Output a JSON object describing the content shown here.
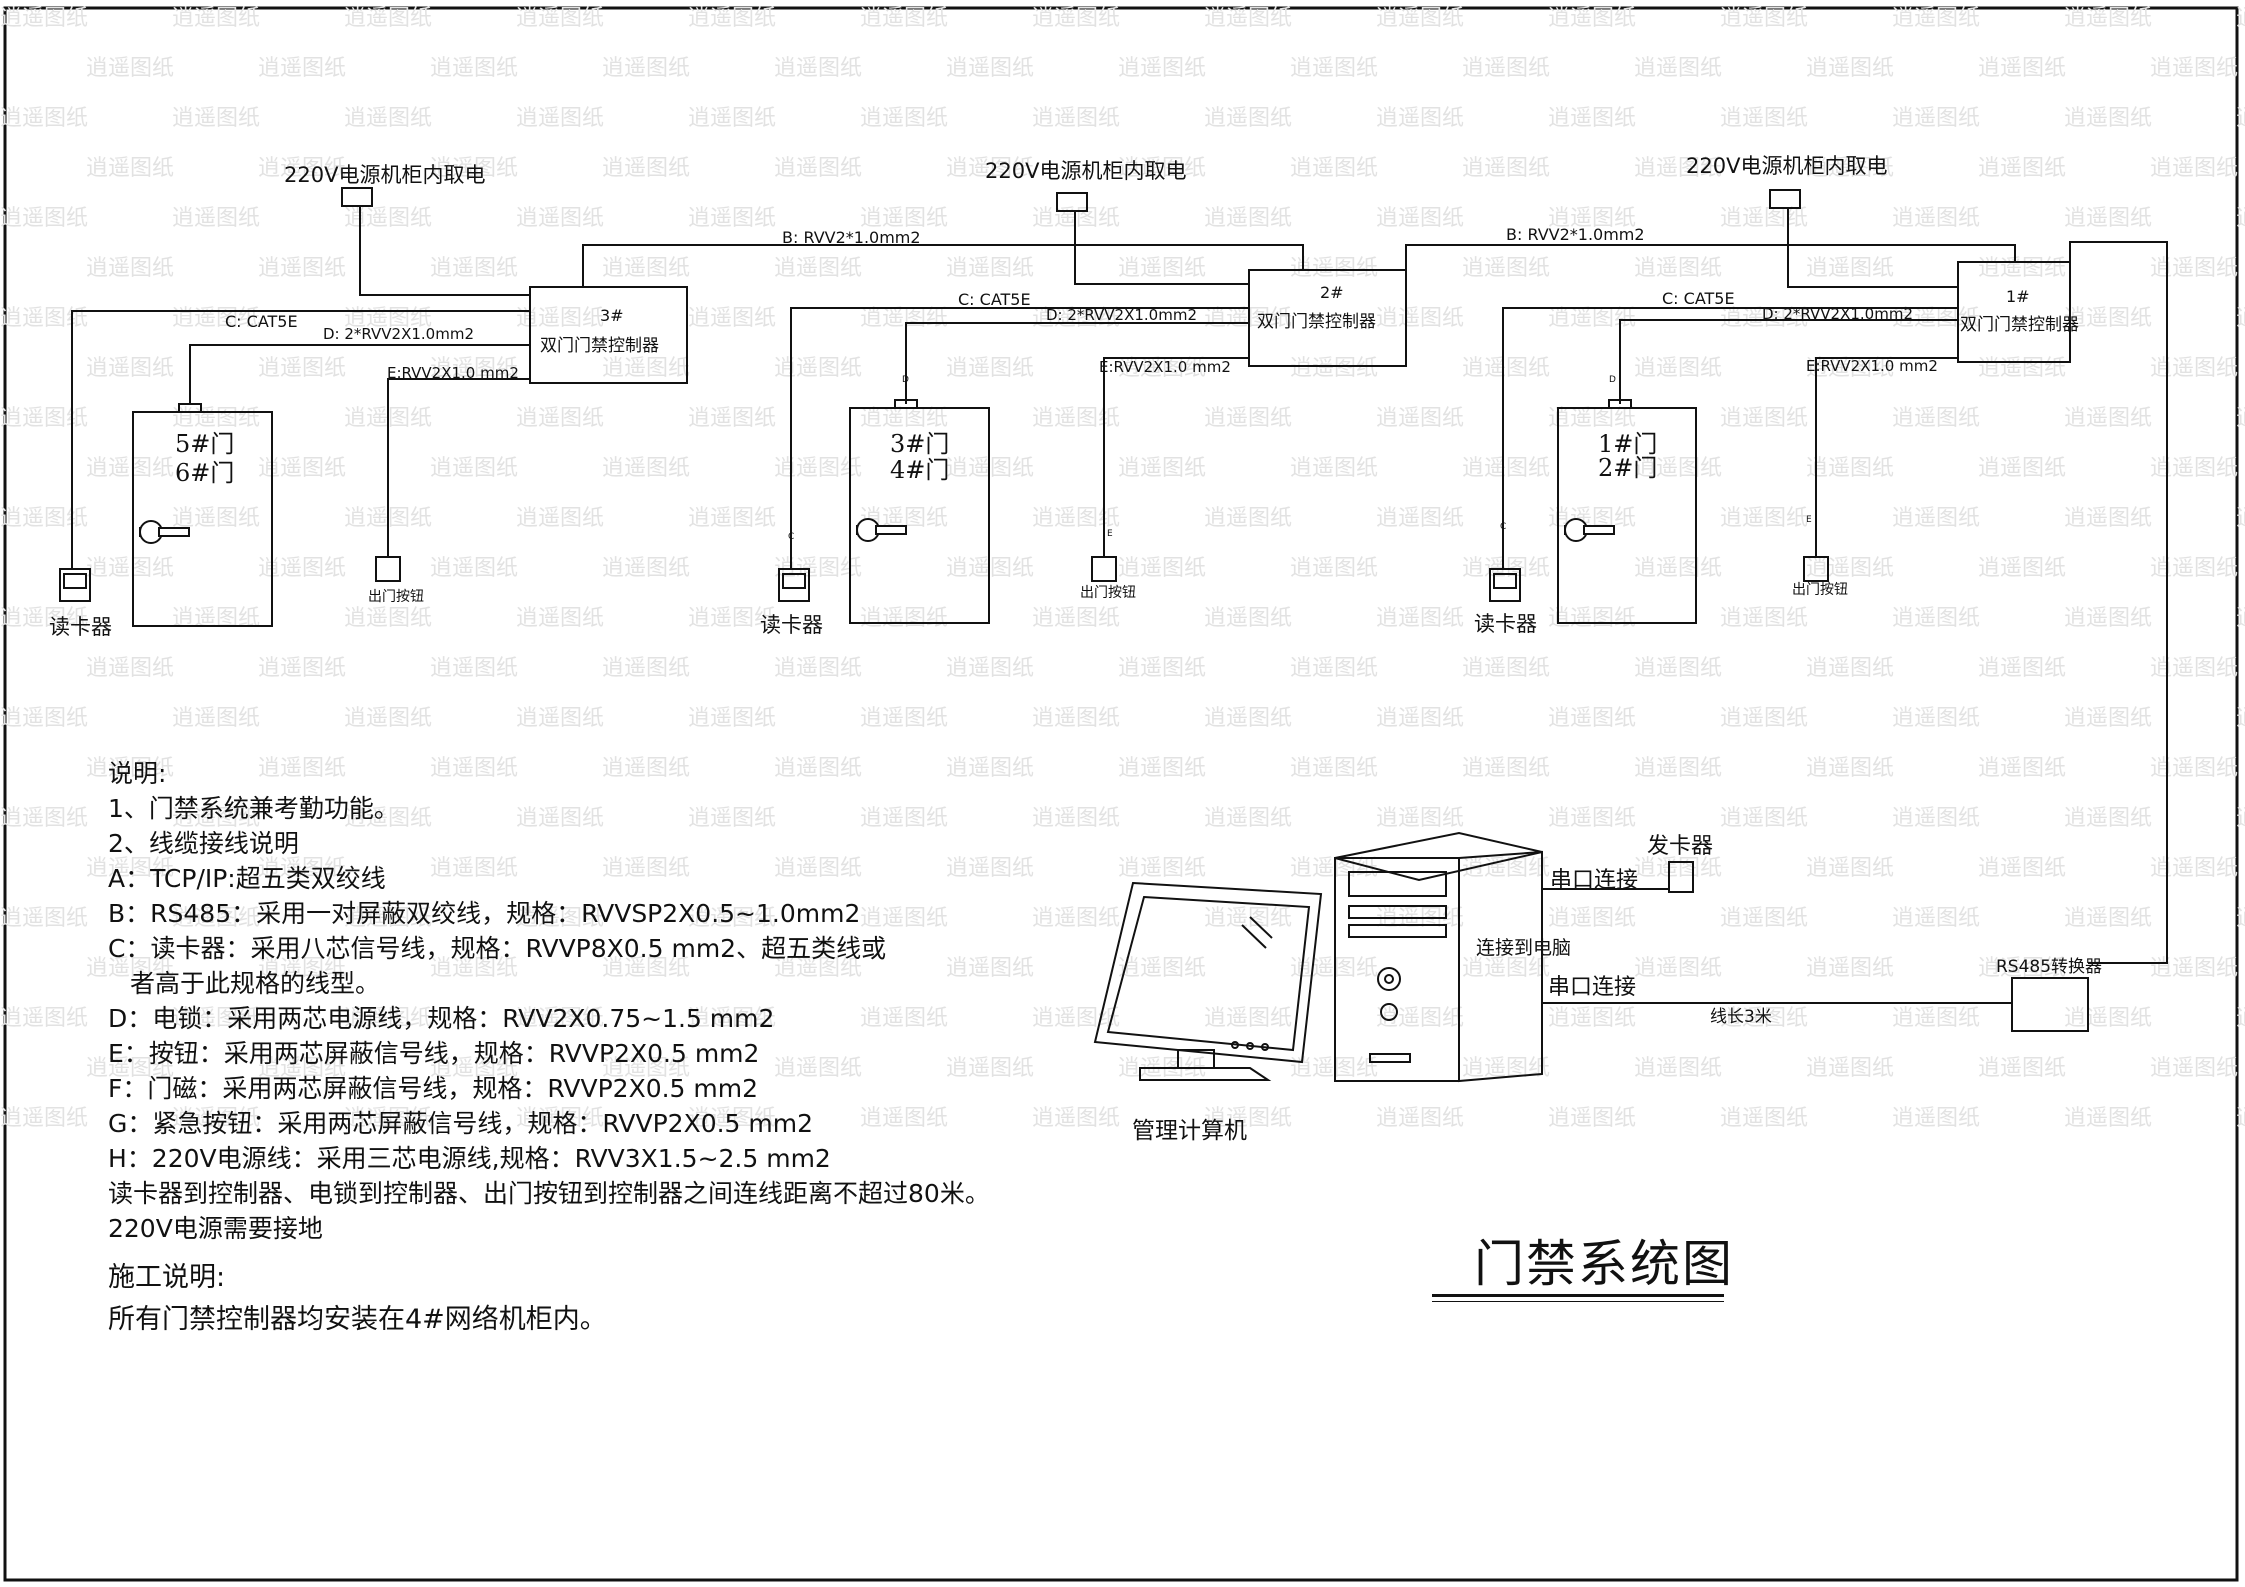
{
  "power_label": "220V电源机柜内取电",
  "controllers": [
    {
      "number": "3#",
      "name": "双门门禁控制器"
    },
    {
      "number": "2#",
      "name": "双门门禁控制器"
    },
    {
      "number": "1#",
      "name": "双门门禁控制器"
    }
  ],
  "doors": [
    {
      "line1": "5#门",
      "line2": "6#门"
    },
    {
      "line1": "3#门",
      "line2": "4#门"
    },
    {
      "line1": "1#门",
      "line2": "2#门"
    }
  ],
  "cables": {
    "b": "B:  RVV2*1.0mm2",
    "c": "C: CAT5E",
    "d": "D: 2*RVV2X1.0mm2",
    "e": "E:RVV2X1.0 mm2",
    "e_alt": "E:RVV2X1.0 mm2",
    "c_short": "C",
    "d_short": "D",
    "e_short": "E"
  },
  "devices": {
    "card_reader": "读卡器",
    "exit_button": "出门按钮",
    "card_issuer": "发卡器",
    "serial_connect": "串口连接",
    "connect_pc": "连接到电脑",
    "rs485": "RS485转换器",
    "line_length": "线长3米",
    "pc_label": "管理计算机"
  },
  "notes": {
    "heading": "说明:",
    "lines": [
      "1、门禁系统兼考勤功能。",
      "2、线缆接线说明",
      "A：TCP/IP:超五类双绞线",
      "B：RS485：采用一对屏蔽双绞线，规格：RVVSP2X0.5~1.0mm2",
      "C：读卡器：采用八芯信号线，规格：RVVP8X0.5 mm2、超五类线或",
      "者高于此规格的线型。",
      "D：电锁：采用两芯电源线，规格：RVV2X0.75~1.5 mm2",
      "E：按钮：采用两芯屏蔽信号线，规格：RVVP2X0.5 mm2",
      "F：门磁：采用两芯屏蔽信号线，规格：RVVP2X0.5 mm2",
      "G：紧急按钮：采用两芯屏蔽信号线，规格：RVVP2X0.5 mm2",
      "H：220V电源线：采用三芯电源线,规格：RVV3X1.5~2.5 mm2",
      "读卡器到控制器、电锁到控制器、出门按钮到控制器之间连线距离不超过80米。",
      "220V电源需要接地"
    ]
  },
  "construction": {
    "heading": "施工说明:",
    "text": "所有门禁控制器均安装在4#网络机柜内。"
  },
  "title": "门禁系统图",
  "watermark": "逍遥图纸"
}
